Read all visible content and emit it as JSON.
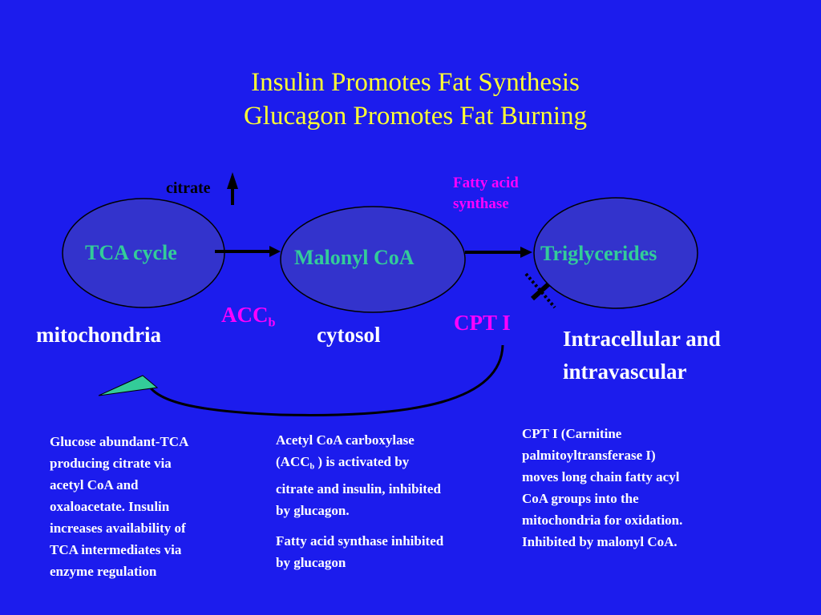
{
  "title": {
    "line1": "Insulin Promotes Fat Synthesis",
    "line2": "Glucagon Promotes Fat Burning"
  },
  "ovals": {
    "tca": "TCA cycle",
    "malonyl": "Malonyl CoA",
    "triglycerides": "Triglycerides"
  },
  "labels": {
    "citrate": "citrate",
    "fatty_acid_synthase_line1": "Fatty acid",
    "fatty_acid_synthase_line2": "synthase",
    "acc": "ACC",
    "acc_sub": "b",
    "cpt1": "CPT I"
  },
  "regions": {
    "mitochondria": "mitochondria",
    "cytosol": "cytosol",
    "intracellular_line1": "Intracellular and",
    "intracellular_line2": "intravascular"
  },
  "notes": {
    "left": [
      "Glucose abundant-TCA",
      "producing citrate via",
      "acetyl CoA and",
      "oxaloacetate.  Insulin",
      "increases availability of",
      "TCA intermediates via",
      "enzyme regulation"
    ],
    "middle": {
      "line1": "Acetyl CoA carboxylase",
      "line2_pre": "(ACC",
      "line2_sub": "b",
      "line2_post": " ) is activated by",
      "line3": "citrate and insulin, inhibited",
      "line4": "by glucagon.",
      "line5": "Fatty acid synthase inhibited",
      "line6": "by glucagon"
    },
    "right": [
      "CPT I (Carnitine",
      "palmitoyltransferase I)",
      "moves long chain fatty acyl",
      "CoA groups into the",
      "mitochondria for oxidation.",
      "Inhibited by malonyl CoA."
    ]
  },
  "colors": {
    "background": "#1c1ced",
    "title": "#ffff33",
    "oval_fill": "#3333cc",
    "oval_label": "#33cc99",
    "enzyme": "#ff00ff",
    "region": "#ffffff",
    "arrowhead": "#33cc99"
  }
}
